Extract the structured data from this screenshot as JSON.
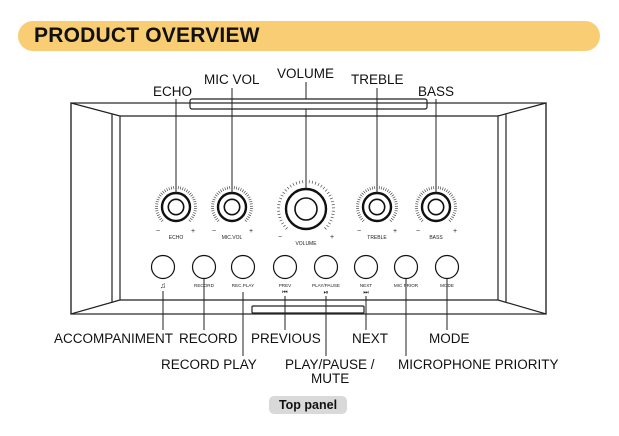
{
  "header": {
    "title": "PRODUCT OVERVIEW"
  },
  "knob_labels": {
    "echo": "ECHO",
    "mic_vol": "MIC VOL",
    "volume": "VOLUME",
    "treble": "TREBLE",
    "bass": "BASS"
  },
  "knob_face_text": {
    "echo": "ECHO",
    "mic_vol": "MIC.VOL",
    "volume": "VOLUME",
    "treble": "TREBLE",
    "bass": "BASS",
    "minus": "−",
    "plus": "+"
  },
  "button_face_text": {
    "accompaniment": "♫",
    "record": "RECORD",
    "rec_play": "REC.PLAY",
    "prev": "PREV",
    "prev_symbol": "⏮",
    "play_pause": "PLAY/PAUSE",
    "play_pause_symbol": "⏯",
    "next": "NEXT",
    "next_symbol": "⏭",
    "mic_prior": "MIC PRIOR",
    "mode": "MODE"
  },
  "callouts": {
    "accompaniment": "ACCOMPANIMENT",
    "record": "RECORD",
    "previous": "PREVIOUS",
    "next": "NEXT",
    "mode": "MODE",
    "record_play": "RECORD PLAY",
    "play_pause_line1": "PLAY/PAUSE /",
    "play_pause_line2": "MUTE",
    "microphone_priority": "MICROPHONE PRIORITY"
  },
  "caption": "Top panel",
  "colors": {
    "banner": "#f9cd73",
    "caption_bg": "#d9d9d9"
  }
}
